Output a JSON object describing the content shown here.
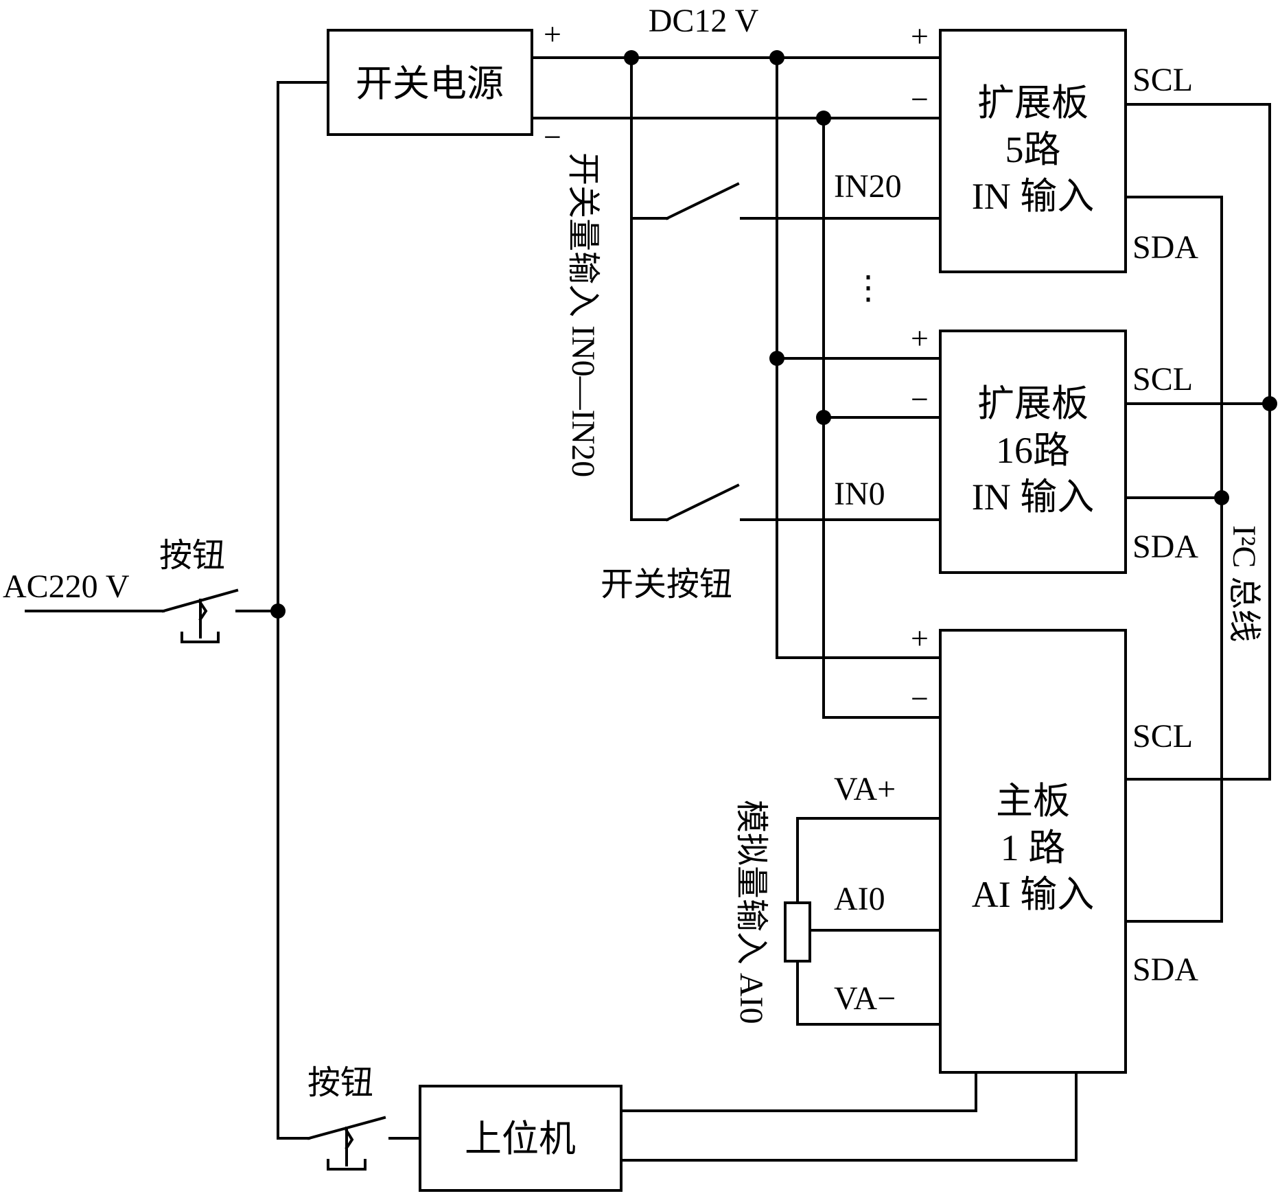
{
  "blocks": {
    "power_supply": "开关电源",
    "ext5_line1": "扩展板",
    "ext5_line2": "5路",
    "ext5_line3": "IN 输入",
    "ext16_line1": "扩展板",
    "ext16_line2": "16路",
    "ext16_line3": "IN 输入",
    "main_line1": "主板",
    "main_line2": "1 路",
    "main_line3": "AI 输入",
    "host": "上位机"
  },
  "labels": {
    "dc12v": "DC12 V",
    "ac220v": "AC220 V",
    "button_top": "按钮",
    "button_bottom": "按钮",
    "switch_button": "开关按钮",
    "switch_input_vertical": "开关量输入 IN0—IN20",
    "analog_input_vertical": "模拟量输入 AI0",
    "in20": "IN20",
    "in0": "IN0",
    "ellipsis": "⋮",
    "va_plus": "VA+",
    "ai0": "AI0",
    "va_minus": "VA−",
    "i2c_bus": "I²C 总线"
  },
  "pins": {
    "scl": "SCL",
    "sda": "SDA",
    "plus": "+",
    "minus": "−"
  }
}
